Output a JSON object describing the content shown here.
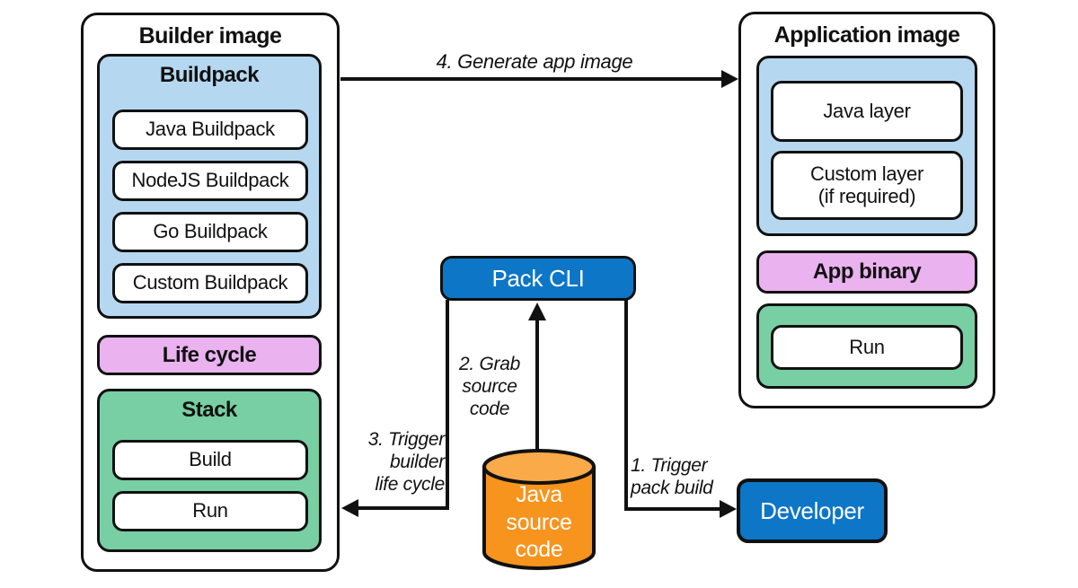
{
  "builder_image": {
    "title": "Builder image",
    "buildpack": {
      "title": "Buildpack",
      "items": [
        "Java Buildpack",
        "NodeJS Buildpack",
        "Go Buildpack",
        "Custom Buildpack"
      ]
    },
    "life_cycle_label": "Life cycle",
    "stack": {
      "title": "Stack",
      "items": [
        "Build",
        "Run"
      ]
    }
  },
  "application_image": {
    "title": "Application image",
    "layers": [
      "Java layer",
      "Custom layer\n(if required)"
    ],
    "app_binary_label": "App binary",
    "run_label": "Run"
  },
  "pack_cli": {
    "label": "Pack CLI"
  },
  "developer": {
    "label": "Developer"
  },
  "java_source_code": {
    "label": "Java\nsource\ncode"
  },
  "arrow_labels": {
    "step1": "1. Trigger\npack build",
    "step2": "2. Grab\nsource\ncode",
    "step3": "3. Trigger\nbuilder\nlife cycle",
    "step4": "4. Generate app image"
  },
  "colors": {
    "ink": "#111111",
    "light_blue": "#B5D8F0",
    "pink": "#EAB2EF",
    "green": "#77CFA3",
    "blue": "#0D76C7",
    "orange": "#F7941E",
    "orange_top": "#FBAA4A"
  }
}
